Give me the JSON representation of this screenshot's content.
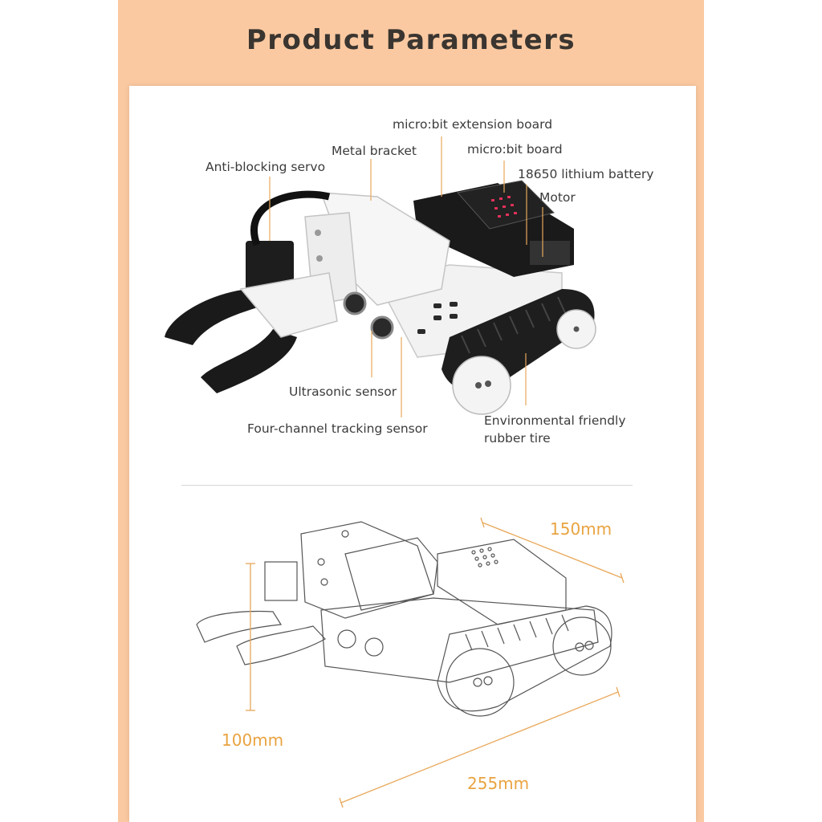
{
  "header": {
    "title": "Product Parameters"
  },
  "labels": {
    "extension_board": "micro:bit extension board",
    "metal_bracket": "Metal bracket",
    "microbit_board": "micro:bit board",
    "servo": "Anti-blocking servo",
    "battery": "18650 lithium battery",
    "motor": "Motor",
    "ultrasonic": "Ultrasonic sensor",
    "tracking": "Four-channel tracking sensor",
    "tire_line1": "Environmental friendly",
    "tire_line2": "rubber tire"
  },
  "dimensions": {
    "width": "150mm",
    "height": "100mm",
    "length": "255mm"
  },
  "colors": {
    "frame": "#fbc9a1",
    "dimension_accent": "#e9a340",
    "leader_line": "#e8a85a"
  }
}
